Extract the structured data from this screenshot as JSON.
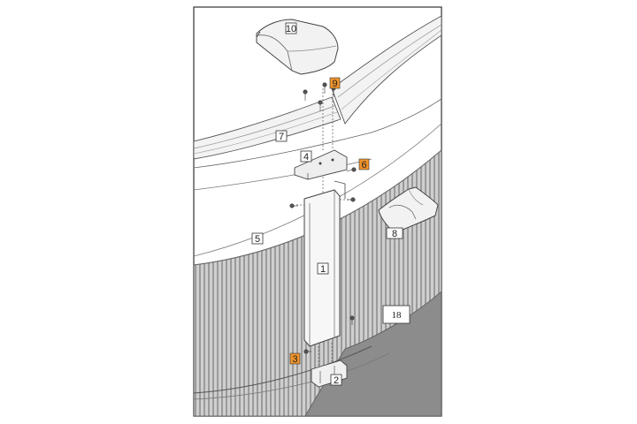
{
  "diagram": {
    "callouts": [
      {
        "id": "c1",
        "text": "1",
        "highlight": false
      },
      {
        "id": "c2",
        "text": "2",
        "highlight": false
      },
      {
        "id": "c3",
        "text": "3",
        "highlight": true
      },
      {
        "id": "c4",
        "text": "4",
        "highlight": false
      },
      {
        "id": "c5",
        "text": "5",
        "highlight": false
      },
      {
        "id": "c6",
        "text": "6",
        "highlight": true
      },
      {
        "id": "c7",
        "text": "7",
        "highlight": false
      },
      {
        "id": "c8",
        "text": "8",
        "highlight": true
      },
      {
        "id": "c9",
        "text": "9",
        "highlight": false
      },
      {
        "id": "c10",
        "text": "10",
        "highlight": false
      },
      {
        "id": "c18",
        "text": "18",
        "highlight": false
      }
    ],
    "colors": {
      "frame": "#333333",
      "highlight_fill": "#f0932b",
      "panel_stripe_dark": "#9a9a9a",
      "panel_stripe_light": "#d2d2d2",
      "liner": "#8c8c8c",
      "part_fill": "#f2f2f2",
      "line": "#444444"
    }
  }
}
